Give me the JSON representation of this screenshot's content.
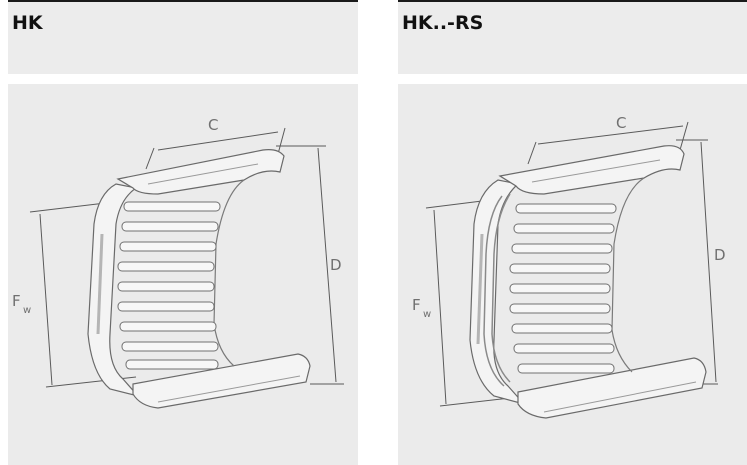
{
  "panels": [
    {
      "title": "HK",
      "labels": {
        "width": "C",
        "outer_diameter": "D",
        "bore_f": "F",
        "bore_w": "w"
      }
    },
    {
      "title": "HK..-RS",
      "labels": {
        "width": "C",
        "outer_diameter": "D",
        "bore_f": "F",
        "bore_w": "w"
      }
    }
  ],
  "colors": {
    "background": "#ebebeb",
    "header": "#ececec",
    "outline": "#555555"
  }
}
